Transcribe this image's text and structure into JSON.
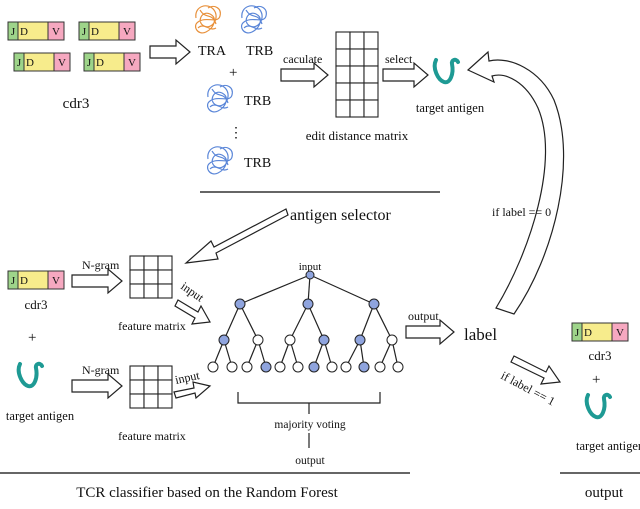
{
  "colors": {
    "j_segment": "#9ed48a",
    "d_segment": "#f7ec8c",
    "v_segment": "#f6a8c0",
    "tra_chain": "#e8903a",
    "trb_chain": "#5a86d8",
    "antigen": "#1e9a94",
    "tree_filled": "#8fa4de",
    "tree_empty": "#ffffff"
  },
  "icons": {
    "tcr_chain": "tangled-chain-icon",
    "antigen": "curved-hook-icon",
    "matrix": "grid-icon",
    "arrow": "hollow-arrow-icon"
  },
  "segments": {
    "j": "J",
    "d": "D",
    "v": "V"
  },
  "selector": {
    "cdr3_label": "cdr3",
    "tra_label": "TRA",
    "trb_label": "TRB",
    "plus": "+",
    "dots": "⋮",
    "caculate_label": "caculate",
    "matrix_label": "edit distance matrix",
    "select_label": "select",
    "antigen_label": "target antigen",
    "section_title": "antigen selector"
  },
  "feedback": {
    "condition_label": "if label == 0"
  },
  "classifier": {
    "cdr3_label": "cdr3",
    "plus": "+",
    "antigen_label": "target antigen",
    "ngram_label": "N-gram",
    "input_label": "input",
    "feature_matrix_label": "feature matrix",
    "tree_input_label": "input",
    "majority_label": "majority voting",
    "tree_output_label": "output",
    "output_label": "output",
    "label_text": "label",
    "section_title": "TCR classifier based on the Random Forest"
  },
  "output_panel": {
    "condition_label": "if label == 1",
    "cdr3_label": "cdr3",
    "plus": "+",
    "antigen_label": "target antigen",
    "section_title": "output"
  }
}
